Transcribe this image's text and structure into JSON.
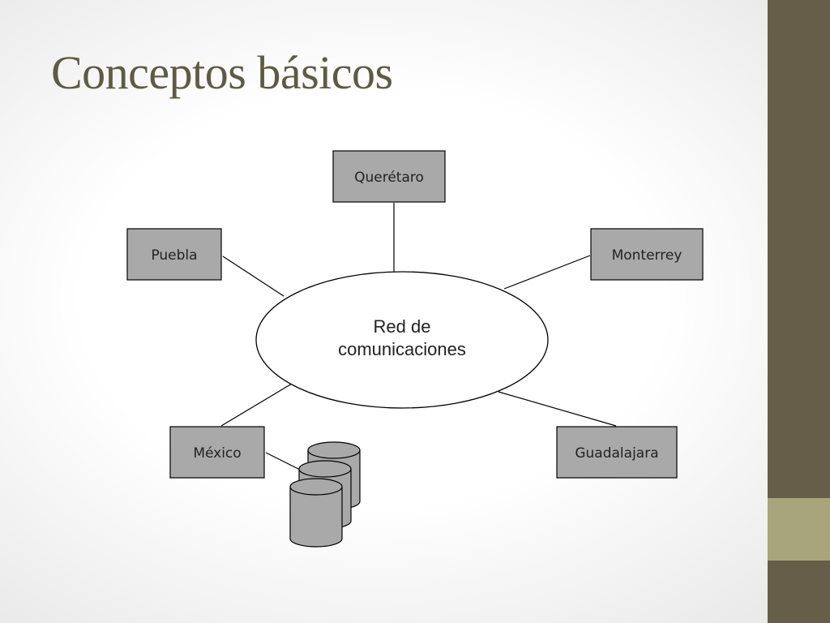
{
  "slide": {
    "title": "Conceptos básicos"
  },
  "diagram": {
    "center": {
      "line1": "Red de",
      "line2": "comunicaciones"
    },
    "nodes": {
      "queretaro": "Querétaro",
      "puebla": "Puebla",
      "monterrey": "Monterrey",
      "mexico": "México",
      "guadalajara": "Guadalajara"
    }
  },
  "colors": {
    "title": "#5e5a44",
    "side_band": "#665e48",
    "side_accent": "#a8a57c",
    "node_fill": "#a9a9a9"
  }
}
